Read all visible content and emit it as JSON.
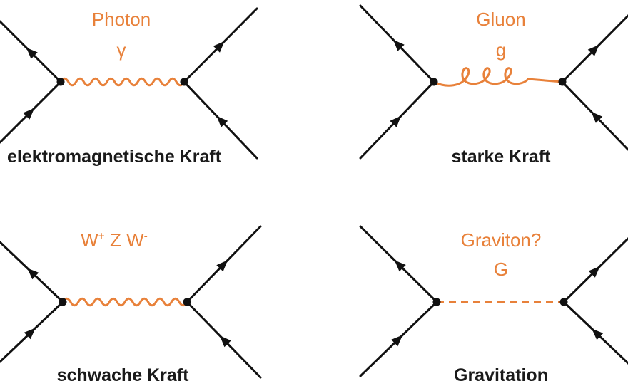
{
  "colors": {
    "line": "#111111",
    "boson": "#E8813A",
    "label": "#1a1a1a"
  },
  "diagrams": [
    {
      "force": "elektromagnetische Kraft",
      "boson_name": "Photon",
      "boson_symbol": "γ",
      "propagator": "wavy"
    },
    {
      "force": "starke Kraft",
      "boson_name": "Gluon",
      "boson_symbol": "g",
      "propagator": "curly"
    },
    {
      "force": "schwache Kraft",
      "boson_name": "",
      "boson_symbol": "",
      "propagator": "wavy",
      "weak_bosons": {
        "w_plus": "W",
        "w_plus_sup": "+",
        "z": "Z",
        "w_minus": "W",
        "w_minus_sup": "-"
      }
    },
    {
      "force": "Gravitation",
      "boson_name": "Graviton?",
      "boson_symbol": "G",
      "propagator": "dashed"
    }
  ]
}
